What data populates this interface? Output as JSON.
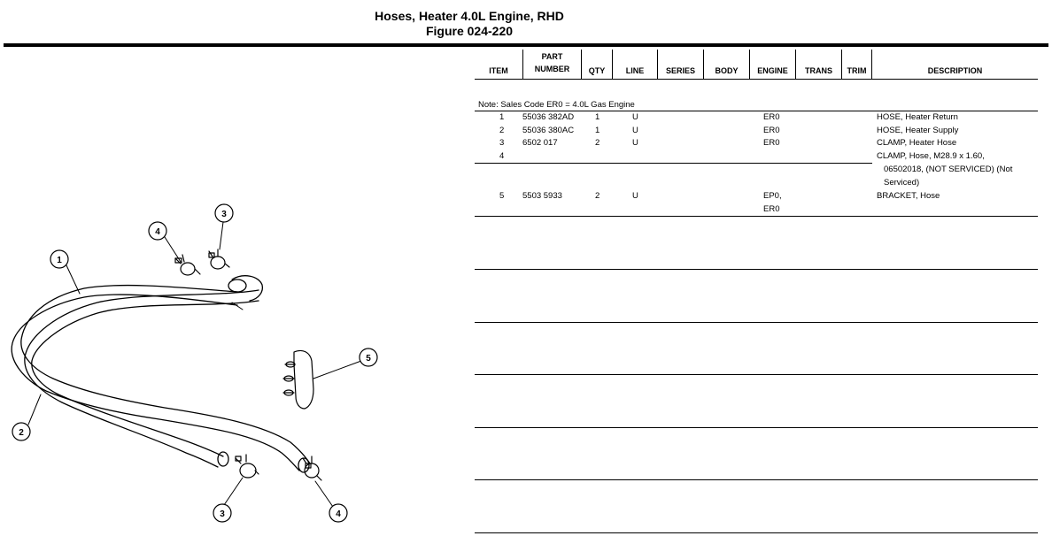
{
  "header": {
    "title": "Hoses, Heater 4.0L Engine, RHD",
    "figure": "Figure 024-220"
  },
  "diagram": {
    "callouts": [
      "1",
      "2",
      "3",
      "3",
      "4",
      "4",
      "5"
    ]
  },
  "table": {
    "columns": [
      "ITEM",
      "PART",
      "NUMBER",
      "QTY",
      "LINE",
      "SERIES",
      "BODY",
      "ENGINE",
      "TRANS",
      "TRIM",
      "DESCRIPTION"
    ],
    "note": "Note: Sales Code ER0 = 4.0L Gas Engine",
    "rows": [
      {
        "item": "1",
        "part": "55036 382AD",
        "qty": "1",
        "line": "U",
        "engine": "ER0",
        "desc": "HOSE, Heater Return"
      },
      {
        "item": "2",
        "part": "55036 380AC",
        "qty": "1",
        "line": "U",
        "engine": "ER0",
        "desc": "HOSE, Heater Supply"
      },
      {
        "item": "3",
        "part": "6502 017",
        "qty": "2",
        "line": "U",
        "engine": "ER0",
        "desc": "CLAMP, Heater Hose"
      },
      {
        "item": "4",
        "part": "",
        "qty": "",
        "line": "",
        "engine": "",
        "desc": "CLAMP, Hose, M28.9 x 1.60,",
        "desc2": "06502018, (NOT SERVICED) (Not",
        "desc3": "Serviced)"
      },
      {
        "item": "5",
        "part": "5503 5933",
        "qty": "2",
        "line": "U",
        "engine": "EP0,",
        "engine2": "ER0",
        "desc": "BRACKET, Hose"
      }
    ]
  }
}
